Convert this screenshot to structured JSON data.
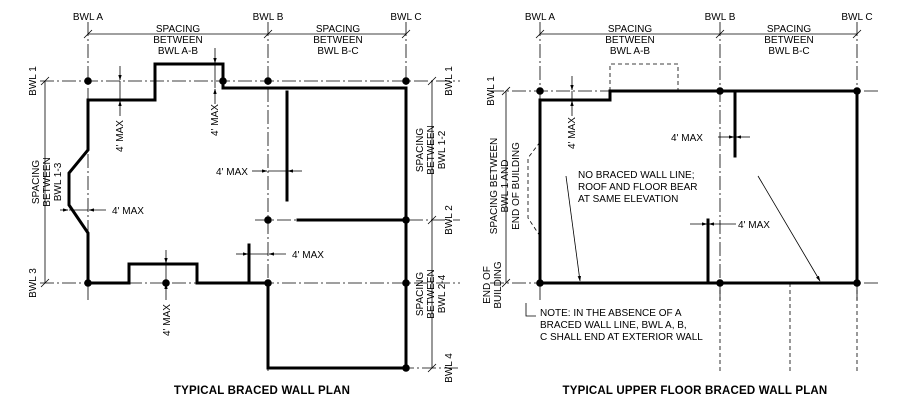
{
  "plan1": {
    "title": "TYPICAL BRACED WALL PLAN",
    "bwl_a": "BWL A",
    "bwl_b": "BWL B",
    "bwl_c": "BWL C",
    "bwl_1": "BWL 1",
    "bwl_2": "BWL 2",
    "bwl_3": "BWL 3",
    "bwl_4": "BWL 4",
    "spacing_ab": [
      "SPACING",
      "BETWEEN",
      "BWL A-B"
    ],
    "spacing_bc": [
      "SPACING",
      "BETWEEN",
      "BWL B-C"
    ],
    "spacing_13": [
      "SPACING",
      "BETWEEN",
      "BWL 1-3"
    ],
    "spacing_12": [
      "SPACING",
      "BETWEEN",
      "BWL 1-2"
    ],
    "spacing_24": [
      "SPACING",
      "BETWEEN",
      "BWL 2-4"
    ],
    "max_label": "4' MAX"
  },
  "plan2": {
    "title": "TYPICAL UPPER FLOOR BRACED WALL PLAN",
    "bwl_a": "BWL A",
    "bwl_b": "BWL B",
    "bwl_c": "BWL C",
    "bwl_1": "BWL 1",
    "spacing_ab": [
      "SPACING",
      "BETWEEN",
      "BWL A-B"
    ],
    "spacing_bc": [
      "SPACING",
      "BETWEEN",
      "BWL B-C"
    ],
    "spacing_left": [
      "SPACING BETWEEN",
      "BWL 1 AND",
      "END OF BUILDING"
    ],
    "end_building": [
      "END OF",
      "BUILDING"
    ],
    "max_label": "4' MAX",
    "note_no_line": [
      "NO BRACED WALL LINE;",
      "ROOF AND FLOOR BEAR",
      "AT SAME ELEVATION"
    ],
    "note_absence": [
      "NOTE: IN THE ABSENCE OF A",
      "BRACED WALL LINE, BWL A, B,",
      "C SHALL END AT EXTERIOR WALL"
    ]
  }
}
